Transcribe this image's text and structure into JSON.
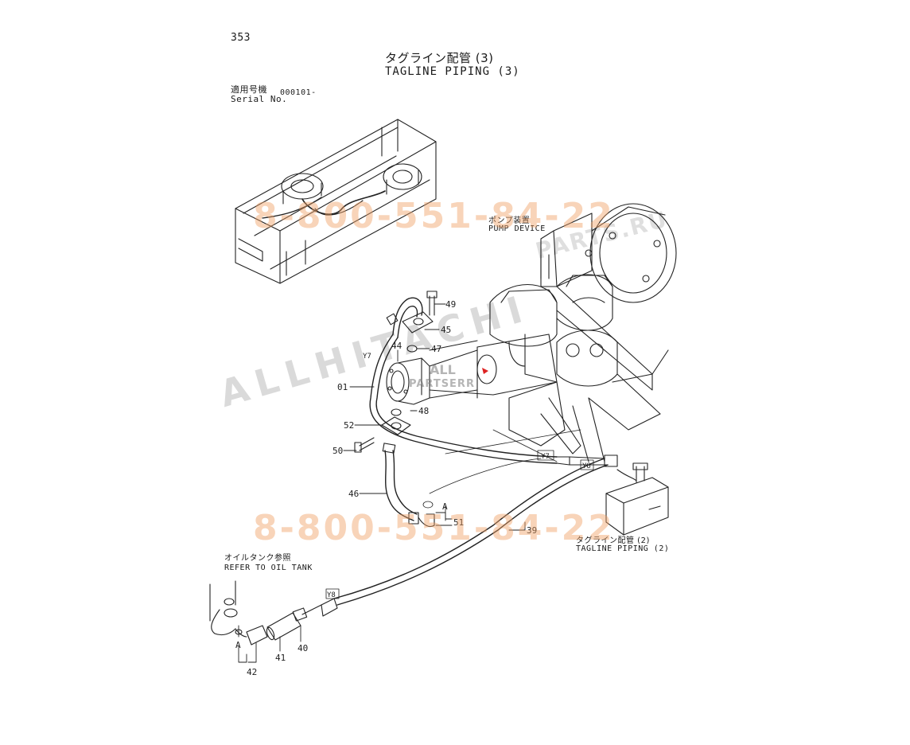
{
  "page": {
    "number": "353"
  },
  "title": {
    "jp": "タグライン配管 (3)",
    "en": "TAGLINE PIPING (3)"
  },
  "serial": {
    "label_jp": "適用号機",
    "label_en": "Serial No.",
    "value": "000101-"
  },
  "callouts": {
    "pump_jp": "ポンプ装置",
    "pump_en": "PUMP DEVICE",
    "tagline2_jp": "タグライン配管 (2)",
    "tagline2_en": "TAGLINE PIPING (2)",
    "oil_jp": "オイルタンク参照",
    "oil_en": "REFER TO OIL TANK"
  },
  "parts": {
    "p49": "49",
    "p45": "45",
    "p47": "47",
    "p44": "44",
    "p01": "01",
    "p48": "48",
    "p52": "52",
    "p50": "50",
    "p46": "46",
    "p51": "51",
    "p39": "39",
    "p40": "40",
    "p41": "41",
    "p42": "42"
  },
  "refs": {
    "y7a": "Y7",
    "y7b": "Y7",
    "y8a": "Y8",
    "y8b": "Y8",
    "a1": "A",
    "a2": "A"
  },
  "watermarks": {
    "phone": "8-800-551-84-22",
    "brand": "ALLHITACHI",
    "site": "PARTS.RU",
    "logo_line1": "ALL",
    "logo_line2": "PARTSERR"
  }
}
